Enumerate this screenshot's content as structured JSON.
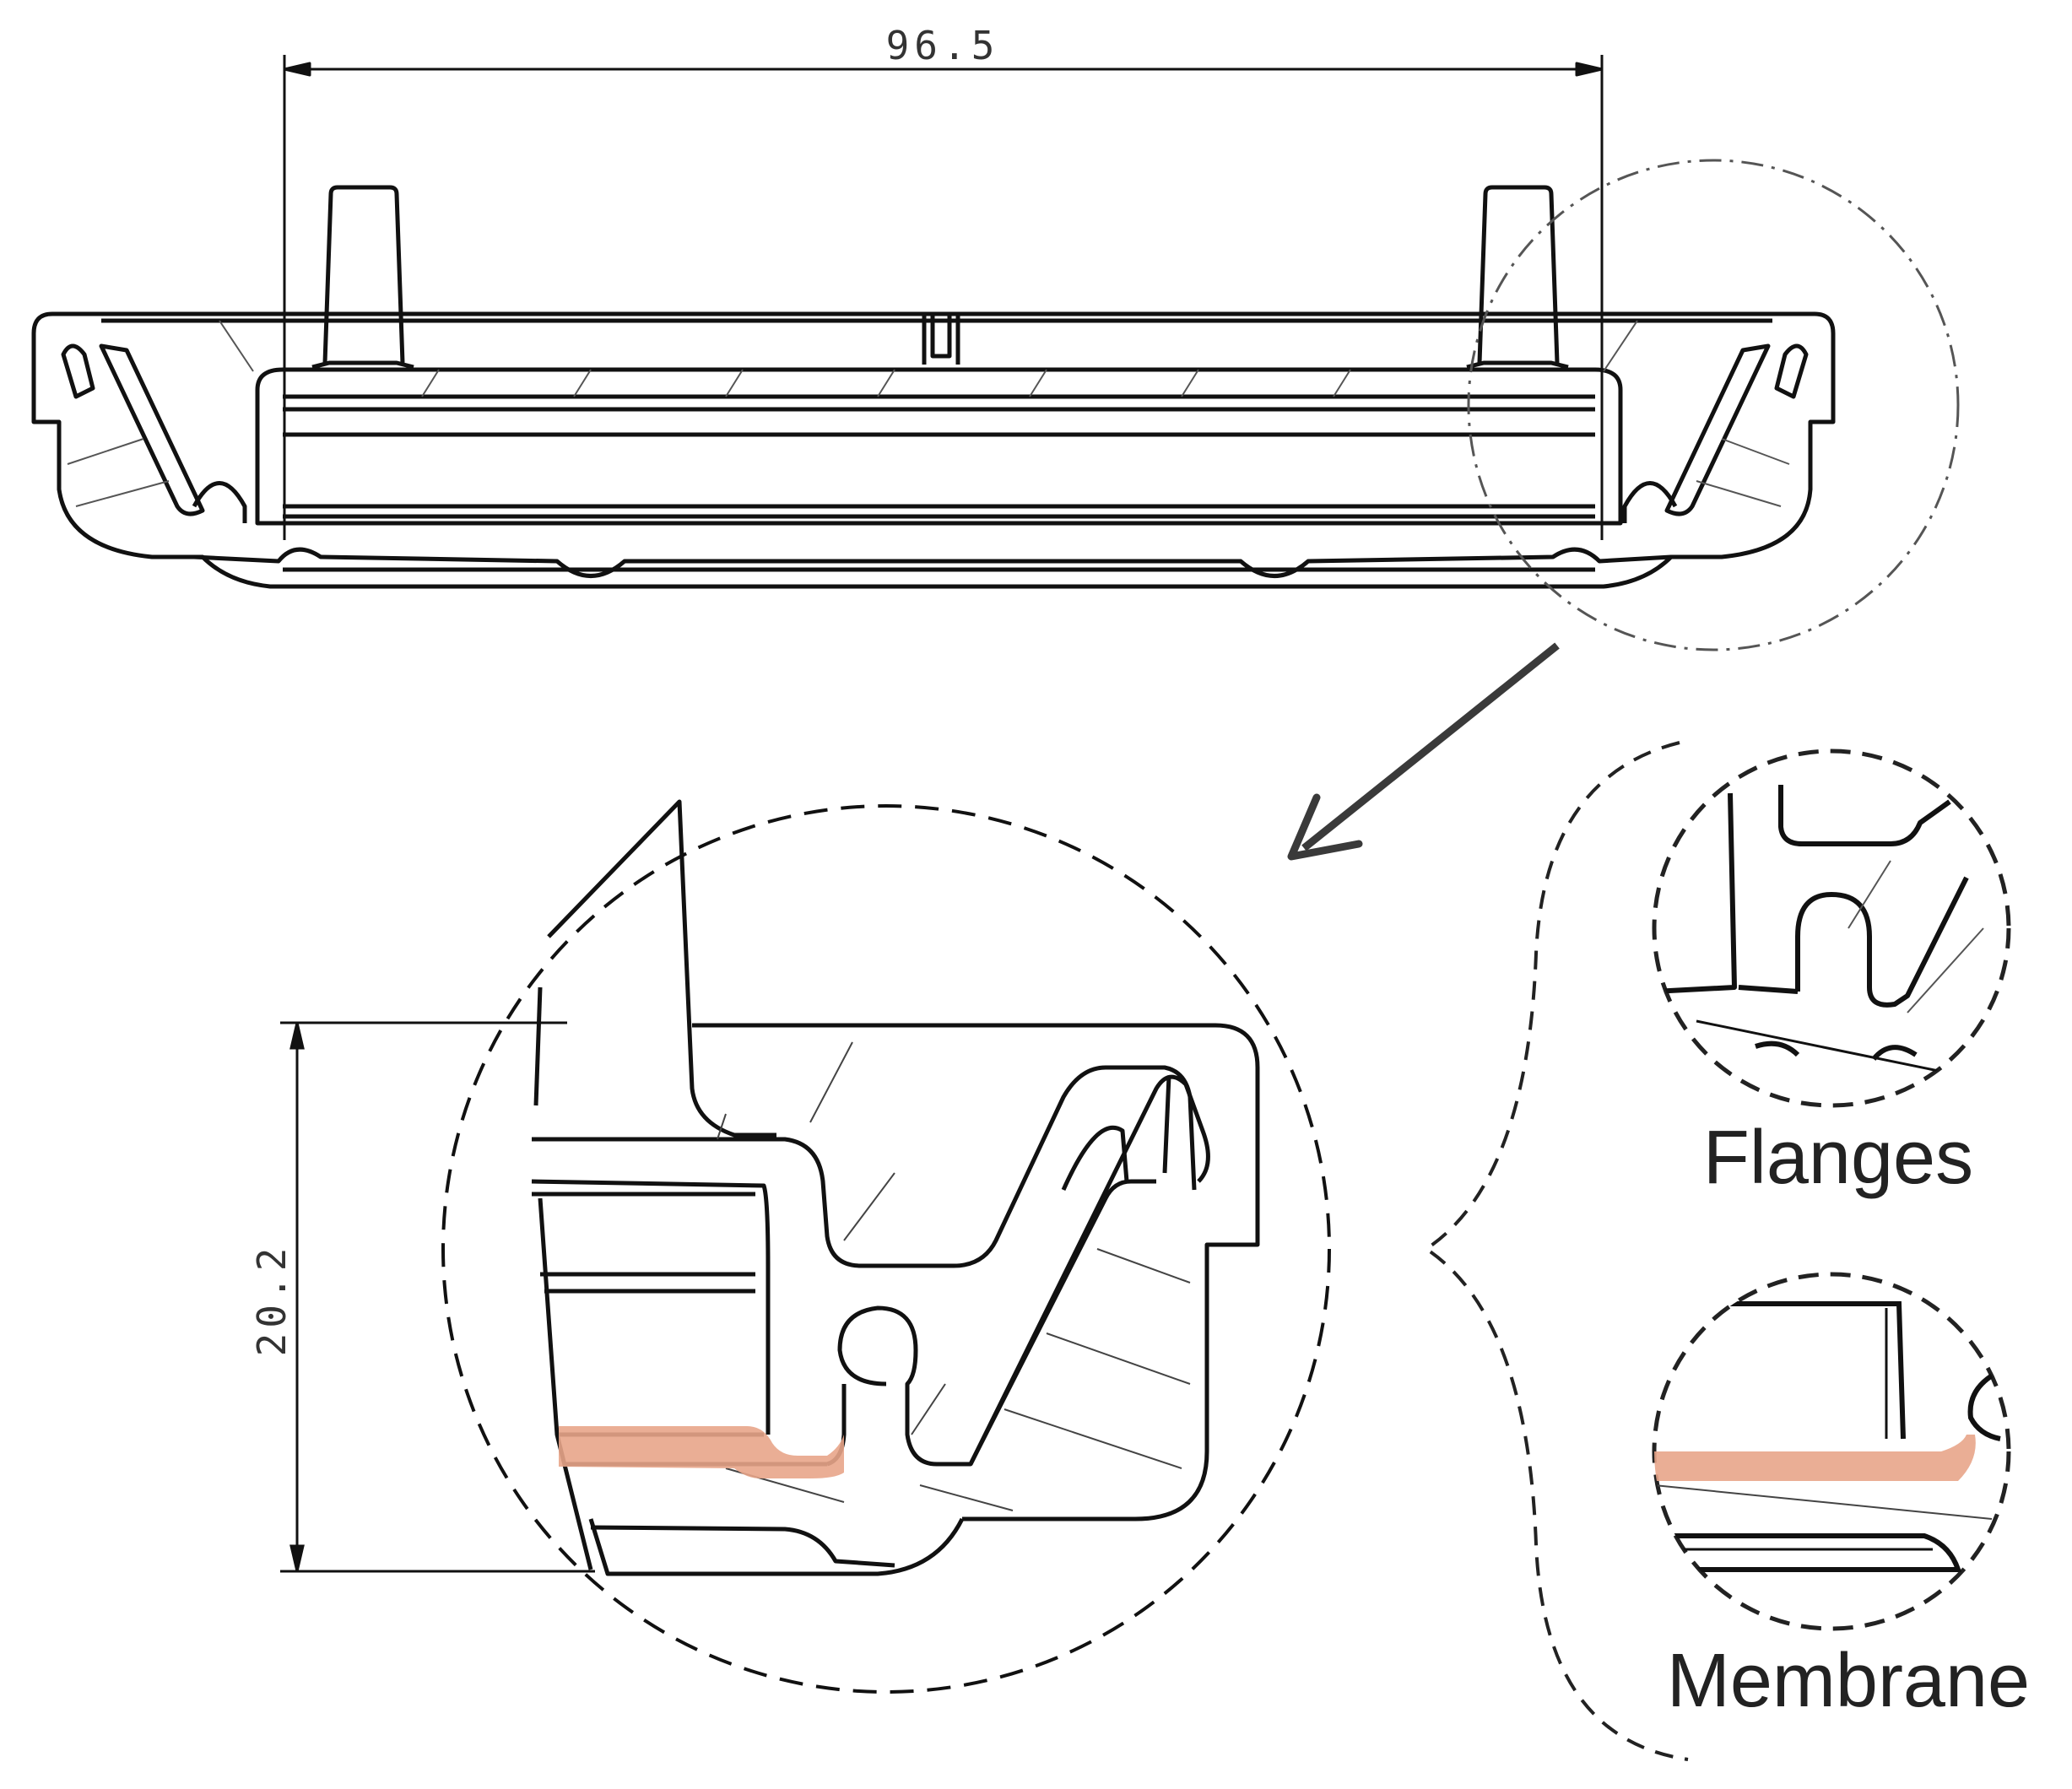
{
  "top_view": {
    "dimension_label": "96.5"
  },
  "detail_view": {
    "dimension_label": "20.2"
  },
  "insets": [
    {
      "id": "flanges",
      "label": "Flanges"
    },
    {
      "id": "membrane",
      "label": "Membrane"
    }
  ],
  "colors": {
    "line": "#111111",
    "hatch": "#444444",
    "membrane": "#e8a58a",
    "dash": "#222222"
  }
}
